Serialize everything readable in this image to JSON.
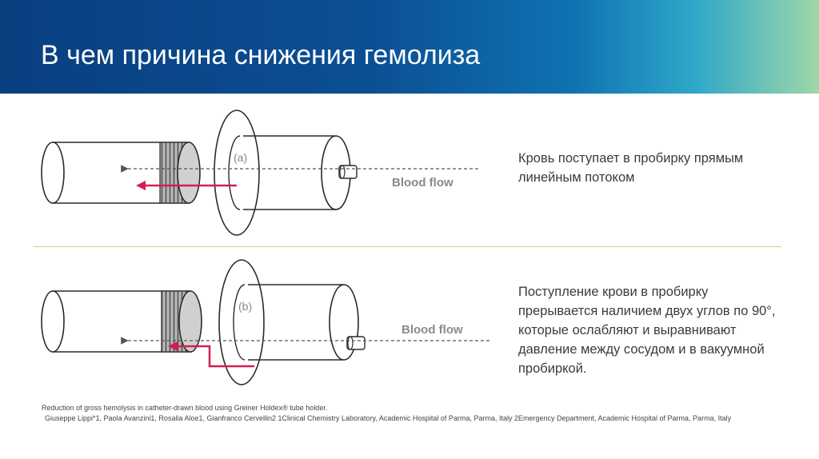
{
  "slide": {
    "title": "В чем причина снижения гемолиза"
  },
  "diagram_a": {
    "label": "(a)",
    "flow_label": "Blood flow",
    "caption": "Кровь поступает в пробирку прямым линейным потоком"
  },
  "diagram_b": {
    "label": "(b)",
    "flow_label": "Blood flow",
    "caption": "Поступление крови в  пробирку прерывается наличием двух углов по 90°, которые ослабляют и выравнивают давление между сосудом и в вакуумной пробиркой."
  },
  "reference": {
    "line1": "Reduction of gross hemolysis in catheter-drawn blood using Greiner Holdex® tube holder.",
    "line2": "Giuseppe Lippi*1, Paola Avanzini1, Rosalia Aloe1, Gianfranco Cervellin2 1Clinical Chemistry Laboratory, Academic Hospital of Parma, Parma, Italy 2Emergency Department, Academic Hospital of Parma, Parma, Italy"
  },
  "colors": {
    "arrow": "#d21f4e",
    "outline": "#2a2a2a",
    "thread": "#9a9a9a"
  }
}
